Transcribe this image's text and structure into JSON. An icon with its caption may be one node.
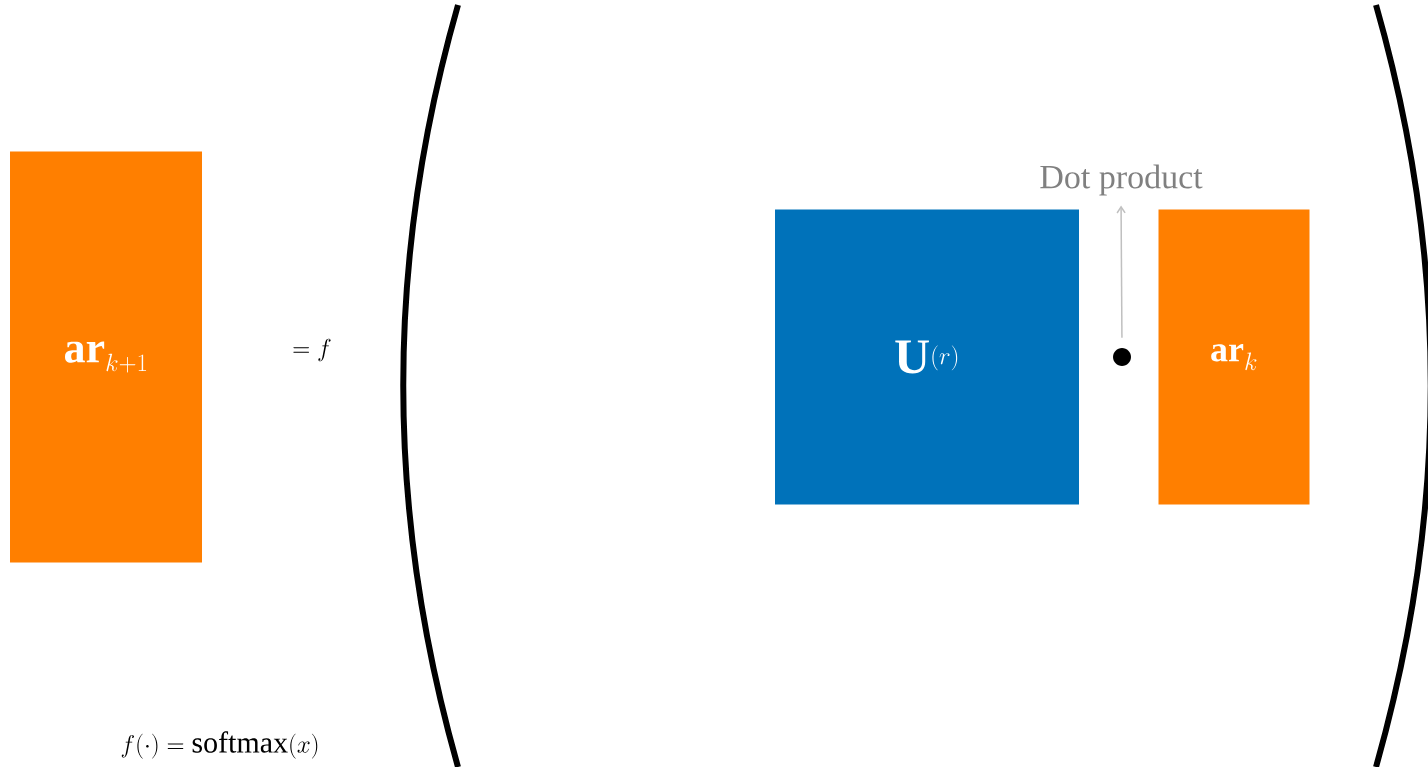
{
  "diagram": {
    "nodes": [
      {
        "text": [
          "\\mathbf{ar}_{k+1}"
        ]
      },
      {
        "text": [
          "\\mathbf{U}^{(r)}"
        ]
      },
      {
        "text": [],
        "shape": "circle"
      },
      {
        "text": [
          "\\mathbf{ar}_{k}"
        ]
      },
      {
        "text": [
          "Dot product"
        ]
      }
    ],
    "edges": [
      {
        "from": 2,
        "to": 4,
        "arrow": "to",
        "color": "#c0c0c0"
      }
    ],
    "labels": [
      "= f",
      "f(\\cdot) = \\mathrm{softmax}(x)"
    ]
  }
}
